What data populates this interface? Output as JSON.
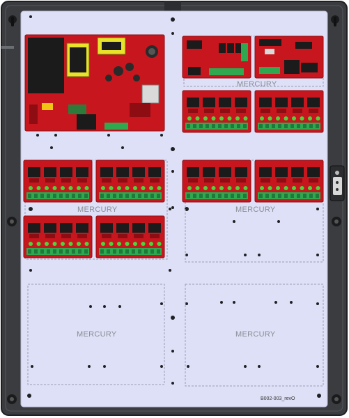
{
  "enclosure": {
    "mounting_plate_label": "MERCURY",
    "part_number": "B002-003_revO",
    "colors": {
      "enclosure": "#3a3c40",
      "enclosure_edge": "#1e1f22",
      "plate": "#dde0f6",
      "board": "#c8161e",
      "board_dark": "#8e0d12",
      "terminal": "#2fa84f",
      "led": "#49d63a",
      "transformer": "#1b1b1b",
      "coil": "#e8e32a"
    }
  },
  "labels": {
    "zone_top_right": "MERCURY",
    "zone_middle_left": "MERCURY",
    "zone_middle_right": "MERCURY",
    "zone_bottom_left": "MERCURY",
    "zone_bottom_right": "MERCURY"
  }
}
